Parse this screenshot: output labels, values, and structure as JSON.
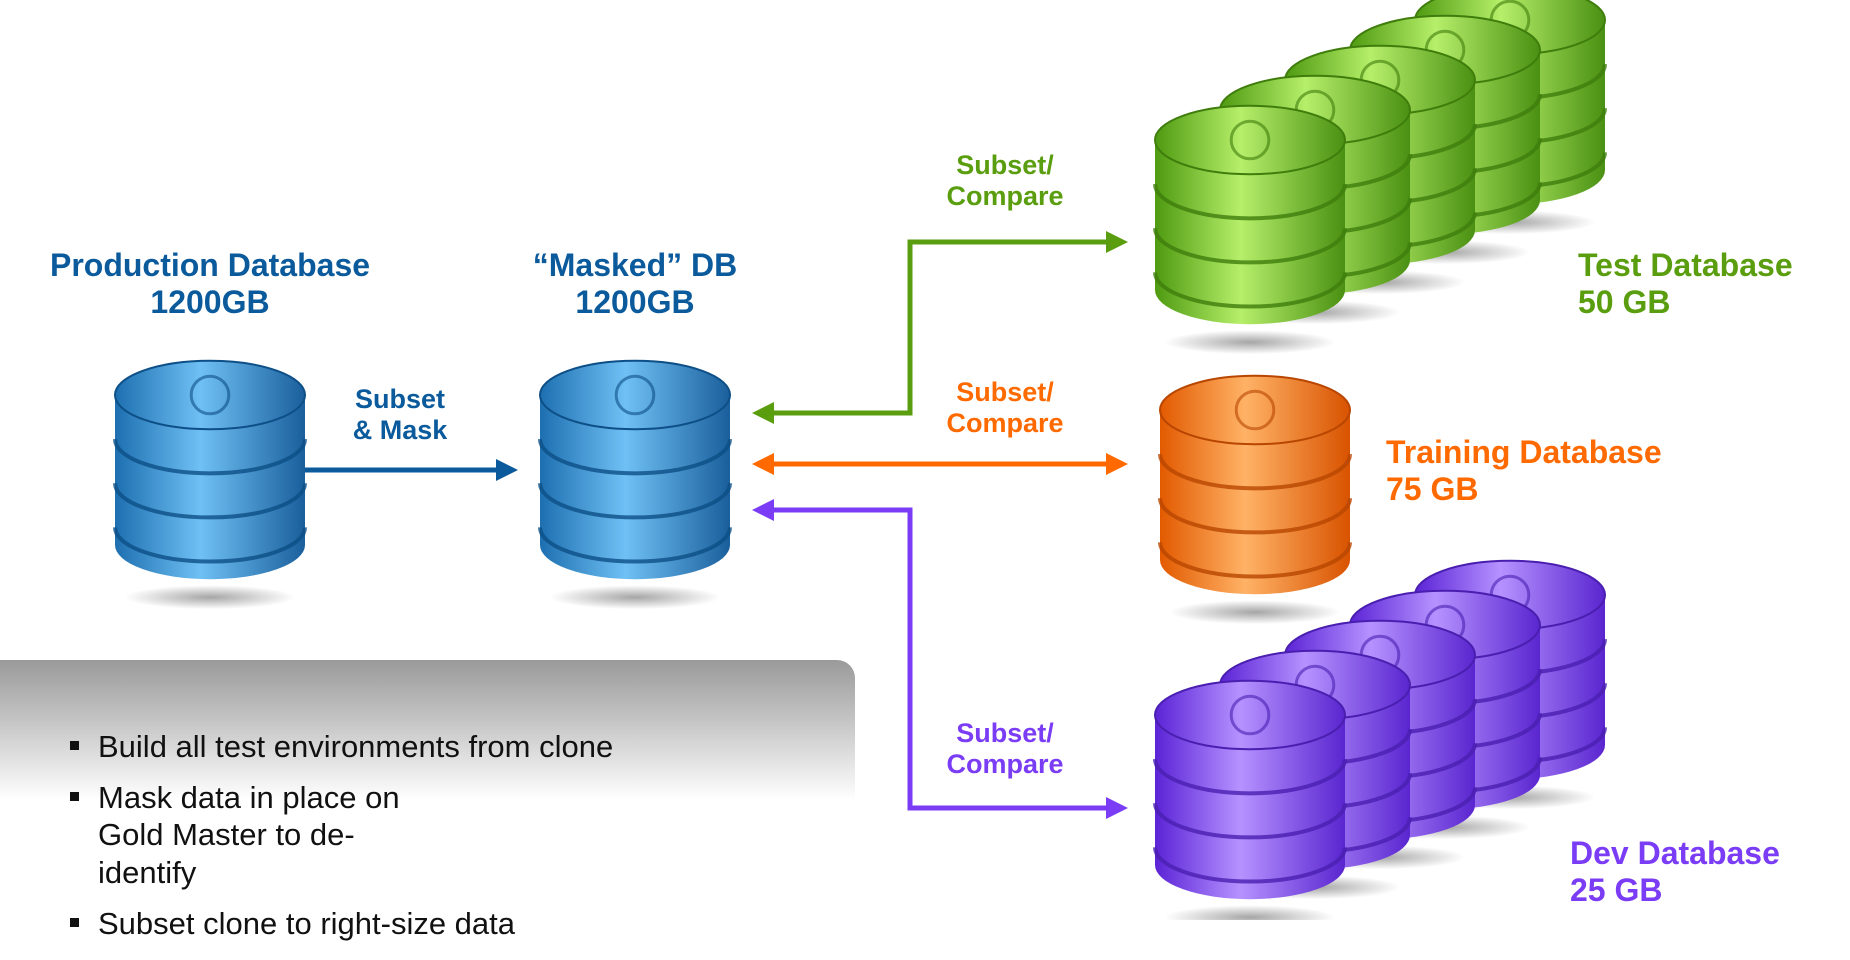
{
  "nodes": {
    "production": {
      "name": "Production Database",
      "size": "1200GB"
    },
    "masked": {
      "name": "“Masked” DB",
      "size": "1200GB"
    },
    "test": {
      "name": "Test Database",
      "size": "50 GB"
    },
    "training": {
      "name": "Training Database",
      "size": "75 GB"
    },
    "dev": {
      "name": "Dev Database",
      "size": "25 GB"
    }
  },
  "edges": {
    "prod_to_masked": {
      "line1": "Subset",
      "line2": "& Mask"
    },
    "masked_test": {
      "line1": "Subset/",
      "line2": "Compare"
    },
    "masked_training": {
      "line1": "Subset/",
      "line2": "Compare"
    },
    "masked_dev": {
      "line1": "Subset/",
      "line2": "Compare"
    }
  },
  "bullets": [
    "Build all test environments from clone",
    "Mask data in place on Gold Master to de-identify",
    "Subset clone to right-size data"
  ],
  "colors": {
    "blue": "#0a5a9c",
    "green": "#5a9e0f",
    "orange": "#ff6a00",
    "purple": "#7a3cf5"
  }
}
